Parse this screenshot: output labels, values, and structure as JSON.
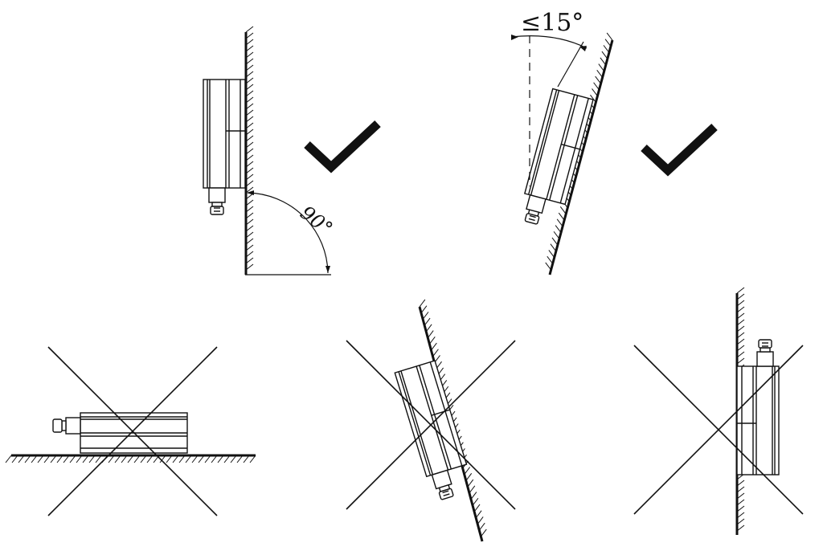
{
  "labels": {
    "angle_vertical": "90°",
    "angle_tilt": "≤15°"
  },
  "panels": [
    {
      "id": "vertical-wall",
      "status": "correct",
      "mark": "check"
    },
    {
      "id": "tilted-back",
      "status": "correct",
      "mark": "check"
    },
    {
      "id": "horizontal-floor",
      "status": "incorrect",
      "mark": "cross"
    },
    {
      "id": "tilted-forward",
      "status": "incorrect",
      "mark": "cross"
    },
    {
      "id": "upside-down",
      "status": "incorrect",
      "mark": "cross"
    }
  ],
  "colors": {
    "line": "#111111",
    "mark": "#111111"
  }
}
